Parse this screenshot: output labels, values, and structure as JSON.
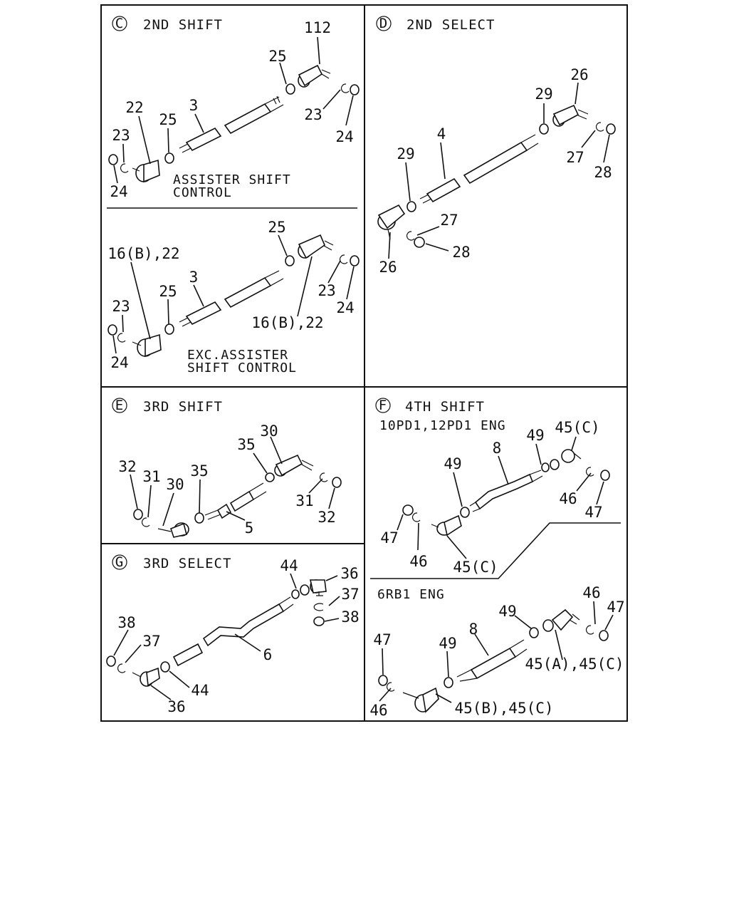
{
  "panels": {
    "c": {
      "badge": "C",
      "title": "2ND SHIFT",
      "note1a": "ASSISTER SHIFT",
      "note1b": "CONTROL",
      "note2a": "EXC.ASSISTER",
      "note2b": "SHIFT CONTROL",
      "top": {
        "l112": "112",
        "l25a": "25",
        "l3": "3",
        "l23a": "23",
        "l24a": "24",
        "l22": "22",
        "l25b": "25",
        "l23b": "23",
        "l24b": "24"
      },
      "bot": {
        "l25a": "25",
        "l16a": "16(B),22",
        "l3": "3",
        "l25b": "25",
        "l23a": "23",
        "l24a": "24",
        "l16b": "16(B),22",
        "l23b": "23",
        "l24b": "24"
      }
    },
    "d": {
      "badge": "D",
      "title": "2ND SELECT",
      "l26a": "26",
      "l29a": "29",
      "l4": "4",
      "l27a": "27",
      "l28a": "28",
      "l29b": "29",
      "l27b": "27",
      "l28b": "28",
      "l26b": "26"
    },
    "e": {
      "badge": "E",
      "title": "3RD SHIFT",
      "l30a": "30",
      "l35a": "35",
      "l32a": "32",
      "l31a": "31",
      "l30b": "30",
      "l35b": "35",
      "l31b": "31",
      "l32b": "32",
      "l5": "5"
    },
    "f": {
      "badge": "F",
      "title": "4TH SHIFT",
      "sub1": "10PD1,12PD1 ENG",
      "sub2": "6RB1 ENG",
      "top": {
        "l49a": "49",
        "l45a": "45(C)",
        "l8": "8",
        "l49b": "49",
        "l46a": "46",
        "l47a": "47",
        "l47b": "47",
        "l46b": "46",
        "l45b": "45(C)"
      },
      "bot": {
        "l46a": "46",
        "l47a": "47",
        "l49a": "49",
        "l8": "8",
        "l47b": "47",
        "l49b": "49",
        "l45a": "45(A),45(C)",
        "l46b": "46",
        "l45b": "45(B),45(C)"
      }
    },
    "g": {
      "badge": "G",
      "title": "3RD SELECT",
      "l44a": "44",
      "l36a": "36",
      "l37a": "37",
      "l38a": "38",
      "l38b": "38",
      "l37b": "37",
      "l6": "6",
      "l44b": "44",
      "l36b": "36"
    }
  }
}
